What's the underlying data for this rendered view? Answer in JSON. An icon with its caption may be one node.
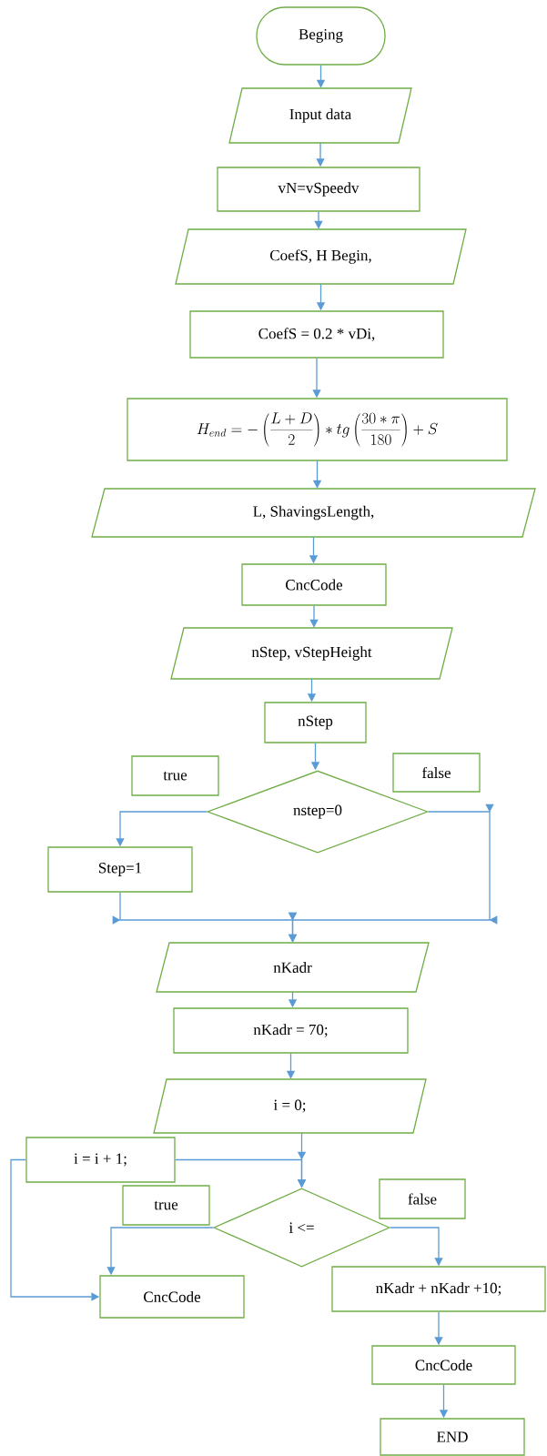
{
  "diagram": {
    "nodes": [
      {
        "text": [
          "Beging"
        ]
      },
      {
        "text": [
          "Input data"
        ]
      },
      {
        "text": [
          "vN=vSpeedv"
        ]
      },
      {
        "text": [
          "CoefS, H  Begin,"
        ]
      },
      {
        "text": [
          "CoefS = 0.2 * vDi,"
        ]
      },
      {
        "text": [
          "H_{end}=-\\left(\\frac{L+D}{2}\\right)*tg\\left(\\frac{30*\\pi}{180}\\right)+S"
        ]
      },
      {
        "text": [
          "L, ShavingsLength,"
        ]
      },
      {
        "text": [
          "CncCode"
        ]
      },
      {
        "text": [
          "nStep, vStepHeight"
        ]
      },
      {
        "text": [
          "nStep"
        ]
      },
      {
        "text": [
          "true"
        ]
      },
      {
        "text": [
          "nstep=0"
        ]
      },
      {
        "text": [
          "false"
        ]
      },
      {
        "text": [
          "Step=1"
        ]
      },
      {
        "text": [
          "nKadr"
        ]
      },
      {
        "text": [
          "nKadr = 70;"
        ]
      },
      {
        "text": [
          "i = 0;"
        ]
      },
      {
        "text": [
          "i = i + 1;"
        ]
      },
      {
        "text": [
          "true"
        ]
      },
      {
        "text": [
          "i <="
        ]
      },
      {
        "text": [
          "false"
        ]
      },
      {
        "text": [
          "CncCode"
        ]
      },
      {
        "text": [
          "nKadr + nKadr +10;"
        ]
      },
      {
        "text": [
          "CncCode"
        ]
      },
      {
        "text": [
          "END"
        ]
      }
    ],
    "edges": [
      {
        "from": 0,
        "to": 1,
        "arrow": "to"
      },
      {
        "from": 1,
        "to": 2,
        "arrow": "to"
      },
      {
        "from": 2,
        "to": 3,
        "arrow": "to"
      },
      {
        "from": 3,
        "to": 4,
        "arrow": "to"
      },
      {
        "from": 4,
        "to": 5,
        "arrow": "to"
      },
      {
        "from": 5,
        "to": 6,
        "arrow": "to"
      },
      {
        "from": 6,
        "to": 7,
        "arrow": "to"
      },
      {
        "from": 7,
        "to": 8,
        "arrow": "to"
      },
      {
        "from": 8,
        "to": 9,
        "arrow": "to"
      },
      {
        "from": 9,
        "to": 11,
        "arrow": "to"
      },
      {
        "from": 11,
        "to": 13,
        "arrow": "to"
      },
      {
        "from": 13,
        "to": 14,
        "arrow": "to"
      },
      {
        "from": 11,
        "to": 14,
        "arrow": "to"
      },
      {
        "from": 14,
        "to": 15,
        "arrow": "to"
      },
      {
        "from": 15,
        "to": 16,
        "arrow": "to"
      },
      {
        "from": 16,
        "to": 19,
        "arrow": "to"
      },
      {
        "from": 17,
        "to": 19,
        "arrow": "to"
      },
      {
        "from": 17,
        "to": 21,
        "arrow": "to"
      },
      {
        "from": 19,
        "to": 21,
        "arrow": "to"
      },
      {
        "from": 19,
        "to": 22,
        "arrow": "to"
      },
      {
        "from": 22,
        "to": 23,
        "arrow": "to"
      },
      {
        "from": 23,
        "to": 24,
        "arrow": "to"
      }
    ]
  }
}
